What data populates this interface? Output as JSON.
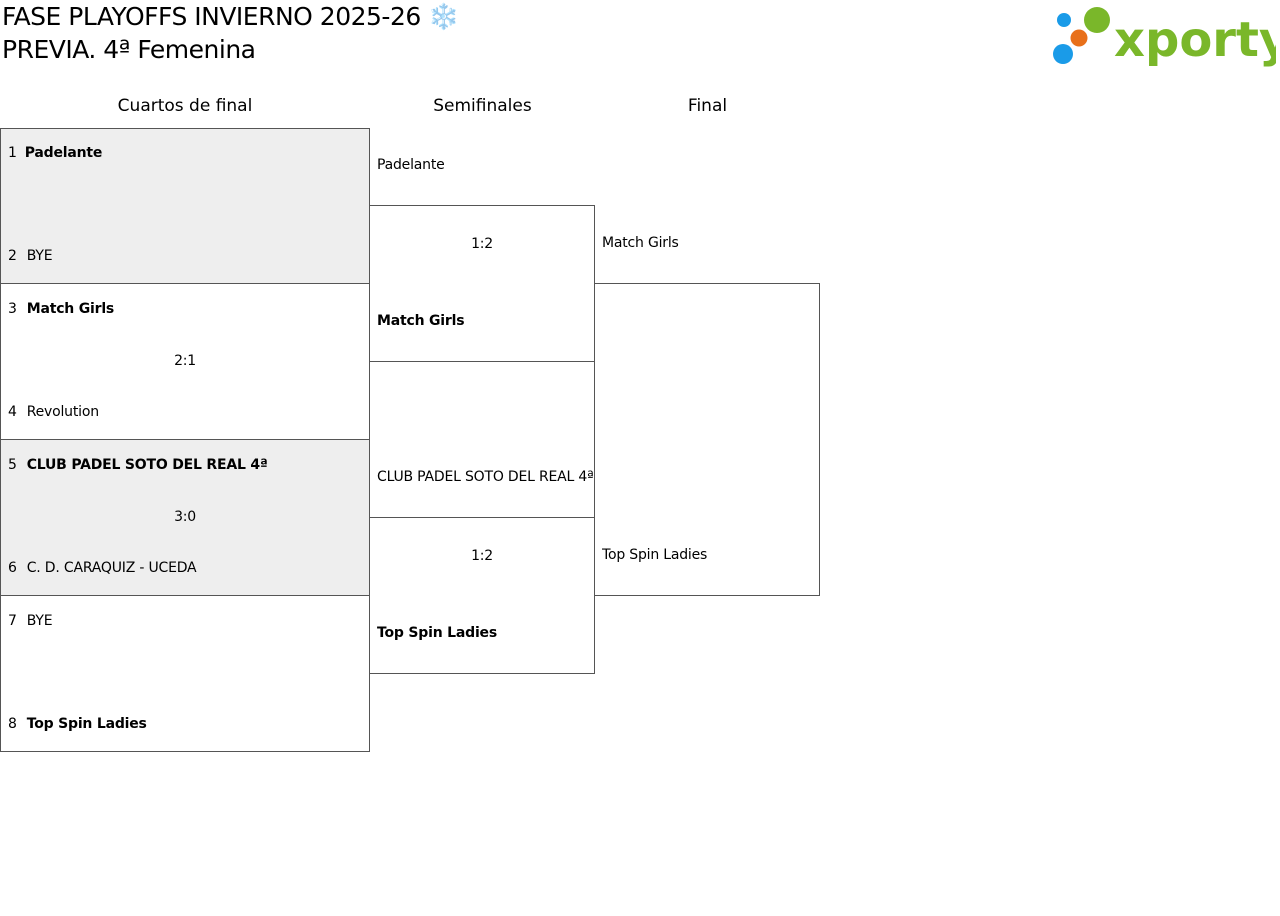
{
  "header": {
    "title_line1": "FASE PLAYOFFS INVIERNO 2025-26 ❄️",
    "title_line2": "PREVIA. 4ª Femenina"
  },
  "logo": {
    "text": "xporty",
    "colors": {
      "green": "#7ab72a",
      "orange": "#e8701a",
      "blue": "#1a9be8"
    }
  },
  "rounds": {
    "quarter": "Cuartos de final",
    "semi": "Semifinales",
    "final": "Final"
  },
  "quarterfinals": [
    {
      "top": {
        "seed": "1",
        "name": "Padelante",
        "winner": true
      },
      "bottom": {
        "seed": "2",
        "name": "BYE",
        "winner": false
      },
      "score": ""
    },
    {
      "top": {
        "seed": "3",
        "name": "Match Girls",
        "winner": true
      },
      "bottom": {
        "seed": "4",
        "name": "Revolution",
        "winner": false
      },
      "score": "2:1"
    },
    {
      "top": {
        "seed": "5",
        "name": "CLUB PADEL SOTO DEL REAL 4ª",
        "winner": true
      },
      "bottom": {
        "seed": "6",
        "name": "C. D. CARAQUIZ - UCEDA",
        "winner": false
      },
      "score": "3:0"
    },
    {
      "top": {
        "seed": "7",
        "name": "BYE",
        "winner": false
      },
      "bottom": {
        "seed": "8",
        "name": "Top Spin Ladies",
        "winner": true
      },
      "score": ""
    }
  ],
  "semifinals": [
    {
      "top": "Padelante",
      "bottom": "Match Girls",
      "score": "1:2"
    },
    {
      "top": "CLUB PADEL SOTO DEL REAL 4ª",
      "bottom": "Top Spin Ladies",
      "score": "1:2"
    }
  ],
  "final": {
    "top": "Match Girls",
    "bottom": "Top Spin Ladies",
    "score": ""
  },
  "colors": {
    "shaded_box": "#eeeeee",
    "border": "#555555"
  }
}
